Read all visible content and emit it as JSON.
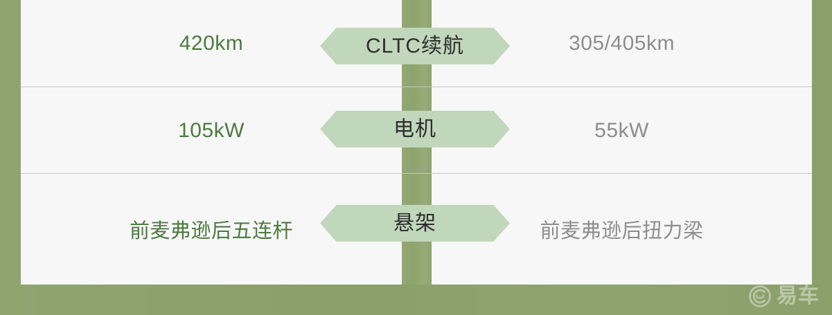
{
  "theme": {
    "background_green": "#8ba06a",
    "panel_background": "#f7f7f7",
    "badge_fill": "#c1d7bb",
    "badge_text": "#2d2d2d",
    "left_value_color": "#4c7a3f",
    "right_value_color": "#8d8d8d",
    "divider_color": "#c6c6c6"
  },
  "comparison": {
    "rows": [
      {
        "label": "CLTC续航",
        "left_value": "420km",
        "right_value": "305/405km"
      },
      {
        "label": "电机",
        "left_value": "105kW",
        "right_value": "55kW"
      },
      {
        "label": "悬架",
        "left_value": "前麦弗逊后五连杆",
        "right_value": "前麦弗逊后扭力梁"
      }
    ]
  },
  "watermark": {
    "logo_icon": "yiche-circle-logo-icon",
    "text": "易车"
  }
}
